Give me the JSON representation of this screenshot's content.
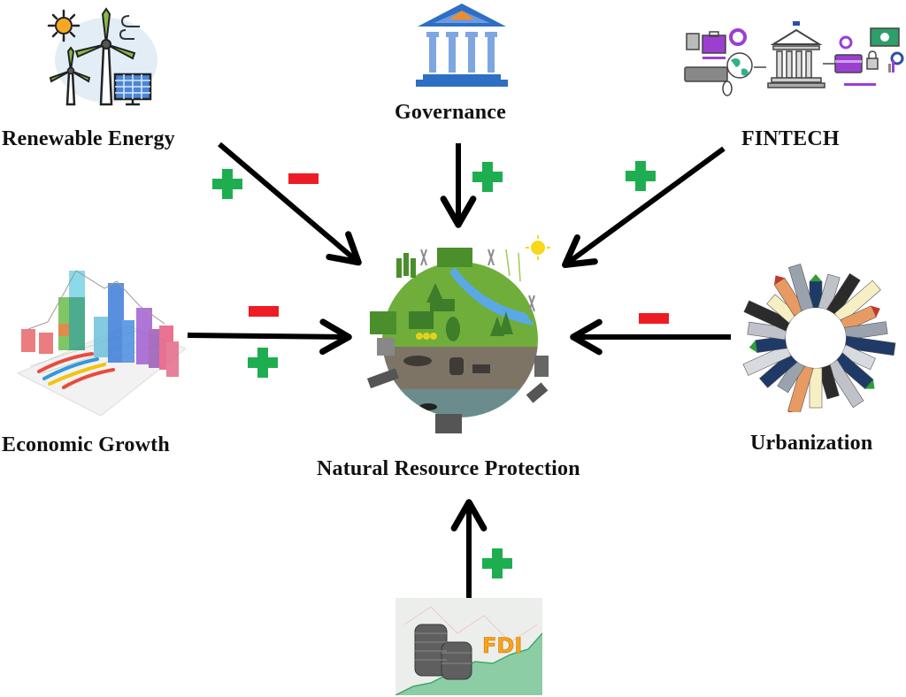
{
  "colors": {
    "positive": "#1fae4f",
    "negative": "#ee1c24",
    "arrow": "#000000",
    "text": "#111111"
  },
  "center": {
    "label": "Natural Resource Protection",
    "icon": "earth-ecology-icon"
  },
  "factors": [
    {
      "id": "renewable-energy",
      "label": "Renewable Energy",
      "icon": "wind-solar-icon",
      "effects": [
        "positive",
        "negative"
      ]
    },
    {
      "id": "governance",
      "label": "Governance",
      "icon": "government-building-icon",
      "effects": [
        "positive"
      ]
    },
    {
      "id": "fintech",
      "label": "FINTECH",
      "icon": "fintech-illustration-icon",
      "effects": [
        "positive"
      ]
    },
    {
      "id": "economic-growth",
      "label": "Economic Growth",
      "icon": "bar-chart-3d-icon",
      "effects": [
        "negative",
        "positive"
      ]
    },
    {
      "id": "urbanization",
      "label": "Urbanization",
      "icon": "circular-city-icon",
      "effects": [
        "negative"
      ]
    },
    {
      "id": "fdi",
      "label": "FDI",
      "icon": "coins-growth-icon",
      "effects": [
        "positive"
      ],
      "image_text": "FDI"
    }
  ]
}
